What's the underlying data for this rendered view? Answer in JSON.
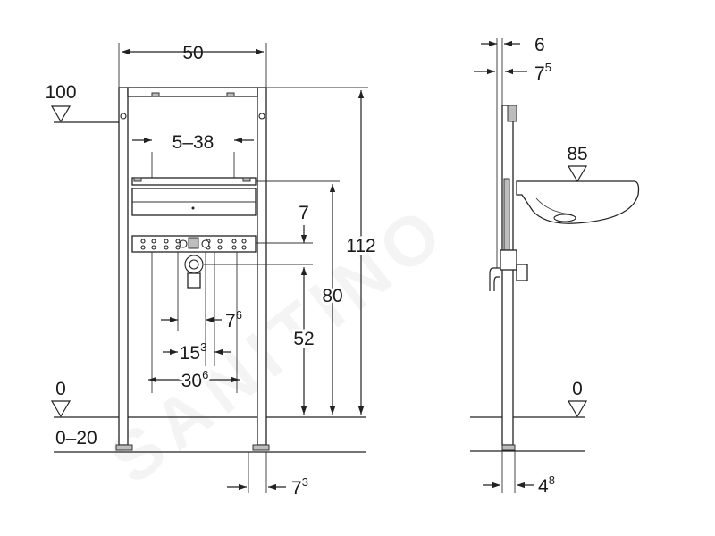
{
  "watermark": "SANITINO",
  "front_view": {
    "width": "50",
    "top_level": "100",
    "floor_level": "0",
    "floor_adjust": "0–20",
    "support_range": "5–38",
    "height_total": "112",
    "height_rail": "80",
    "height_outlet": "52",
    "rail_offset": "7",
    "spacing_small": {
      "base": "7",
      "sup": "6"
    },
    "spacing_mid": {
      "base": "15",
      "sup": "3"
    },
    "spacing_wide": {
      "base": "30",
      "sup": "6"
    },
    "foot_width": {
      "base": "7",
      "sup": "3"
    }
  },
  "side_view": {
    "depth_a": "6",
    "depth_b": {
      "base": "7",
      "sup": "5"
    },
    "basin_level": "85",
    "floor_level": "0",
    "foot_depth": {
      "base": "4",
      "sup": "8"
    }
  }
}
